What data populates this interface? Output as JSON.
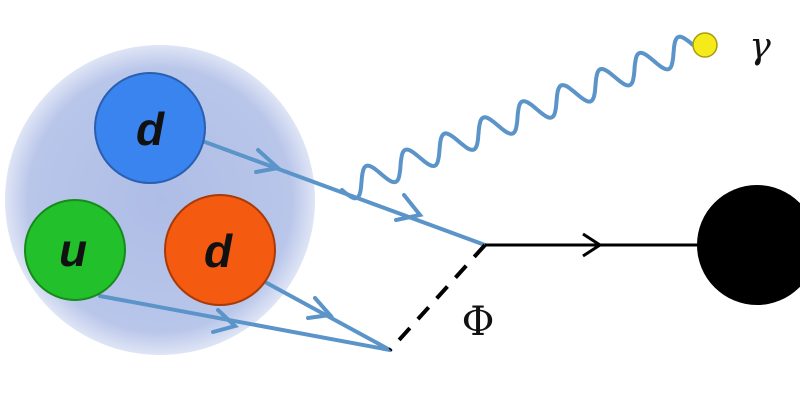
{
  "quarks": [
    {
      "label": "d",
      "color": "#3a84f0"
    },
    {
      "label": "u",
      "color": "#22c02a"
    },
    {
      "label": "d",
      "color": "#f45a10"
    }
  ],
  "photon_label": "γ",
  "scalar_label": "Φ",
  "colors": {
    "nucleon": "#b9c7ea",
    "fermion_line": "#5b94c8",
    "photon_dot": "#f5ea1a",
    "final_state": "#000000"
  }
}
